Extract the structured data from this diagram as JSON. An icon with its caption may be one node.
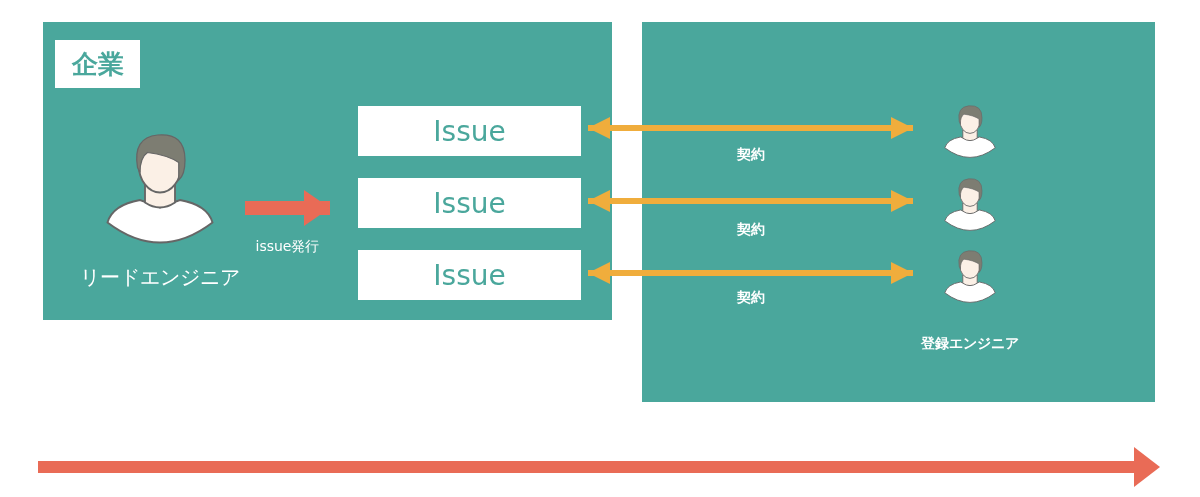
{
  "diagram": {
    "nodes": [
      {
        "text": [
          "企業"
        ]
      },
      {
        "text": [],
        "shape": "person",
        "beside": [
          "リードエンジニア"
        ],
        "in": 0
      },
      {
        "text": [
          "Issue"
        ],
        "in": 0
      },
      {
        "text": [
          "Issue"
        ],
        "in": 0
      },
      {
        "text": [
          "Issue"
        ],
        "in": 0
      },
      {
        "text": [],
        "shape": "box"
      },
      {
        "text": [],
        "shape": "person",
        "in": 5
      },
      {
        "text": [],
        "shape": "person",
        "in": 5
      },
      {
        "text": [],
        "shape": "person",
        "in": 5
      }
    ],
    "edges": [
      {
        "from": 1,
        "to": 3,
        "arrow": "to",
        "label": "issue発行",
        "style": "thick",
        "color": "#e96b56"
      },
      {
        "from": 2,
        "to": 6,
        "arrow": "both",
        "label": "契約",
        "color": "#f0ad3c"
      },
      {
        "from": 3,
        "to": 7,
        "arrow": "both",
        "label": "契約",
        "color": "#f0ad3c"
      },
      {
        "from": 4,
        "to": 8,
        "arrow": "both",
        "label": "契約",
        "color": "#f0ad3c"
      }
    ],
    "labels": [
      "登録エンジニア"
    ]
  }
}
